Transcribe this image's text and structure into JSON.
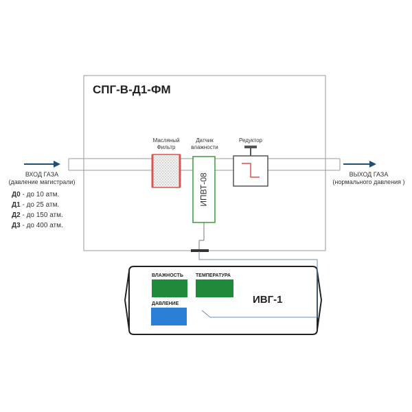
{
  "diagram": {
    "title": "СПГ-В-Д1-ФМ",
    "inlet": {
      "title": "ВХОД ГАЗА",
      "subtitle": "(давление магистрали)",
      "ranges": [
        {
          "code": "Д0",
          "text": " - до 10 атм."
        },
        {
          "code": "Д1",
          "text": " - до 25 атм."
        },
        {
          "code": "Д2",
          "text": " - до 150 атм."
        },
        {
          "code": "Д3",
          "text": " - до 400 атм."
        }
      ]
    },
    "outlet": {
      "title": "ВЫХОД ГАЗА",
      "subtitle": "(нормального давления )"
    },
    "components": {
      "filter_line1": "Масляный",
      "filter_line2": "Фильтр",
      "sensor_line1": "Датчик",
      "sensor_line2": "влажности",
      "sensor_model": "ИПВТ-08",
      "reducer": "Редуктор"
    },
    "device": {
      "name": "ИВГ-1",
      "humidity_label": "ВЛАЖНОСТЬ",
      "temperature_label": "ТЕМПЕРАТУРА",
      "pressure_label": "ДАВЛЕНИЕ"
    },
    "colors": {
      "frame": "#9a9a9a",
      "flow_arrow": "#1f4e79",
      "filter_border": "#d9534f",
      "sensor_border": "#3a9a3a",
      "display_green": "#1f8a3a",
      "display_blue": "#2a7fd4",
      "cable": "#6a8fb3"
    }
  }
}
